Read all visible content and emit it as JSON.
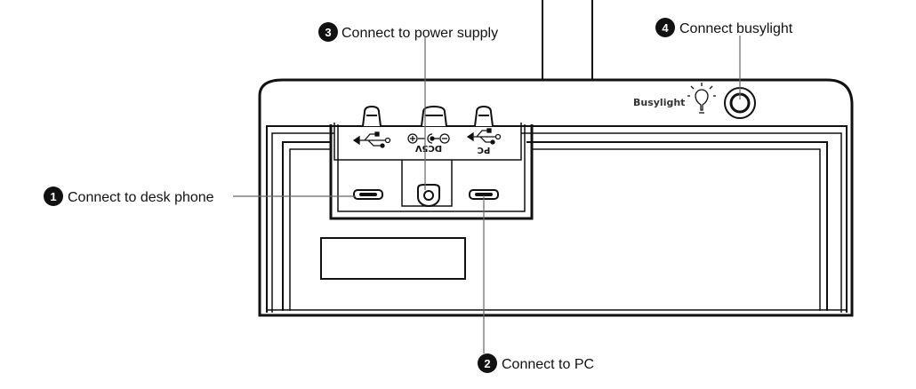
{
  "callouts": [
    {
      "number": "1",
      "label": "Connect to desk phone"
    },
    {
      "number": "2",
      "label": "Connect to PC"
    },
    {
      "number": "3",
      "label": "Connect to power supply"
    },
    {
      "number": "4",
      "label": "Connect busylight"
    }
  ],
  "device": {
    "busylight_label": "Busylight",
    "power_label": "DC5V",
    "pc_label": "PC"
  }
}
